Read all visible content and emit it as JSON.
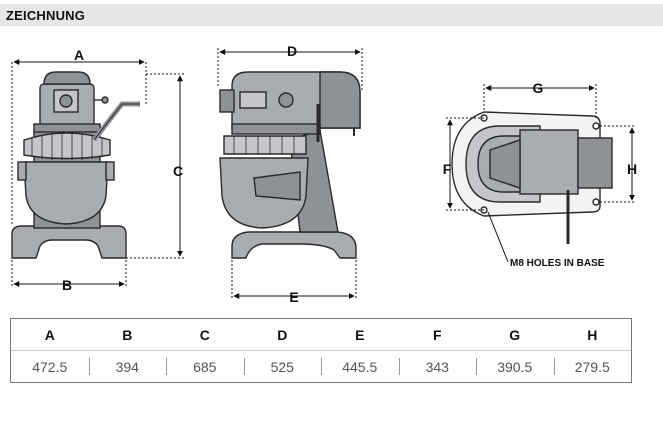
{
  "header": {
    "title": "ZEICHNUNG"
  },
  "labels": {
    "A": "A",
    "B": "B",
    "C": "C",
    "D": "D",
    "E": "E",
    "F": "F",
    "G": "G",
    "H": "H",
    "note": "M8 HOLES IN BASE"
  },
  "table": {
    "headers": [
      "A",
      "B",
      "C",
      "D",
      "E",
      "F",
      "G",
      "H"
    ],
    "values": [
      "472.5",
      "394",
      "685",
      "525",
      "445.5",
      "343",
      "390.5",
      "279.5"
    ]
  },
  "colors": {
    "machine_fill": "#a9acb1",
    "machine_dark": "#8e9196",
    "outline": "#2a2a2a",
    "header_bg": "#e6e6e6"
  }
}
